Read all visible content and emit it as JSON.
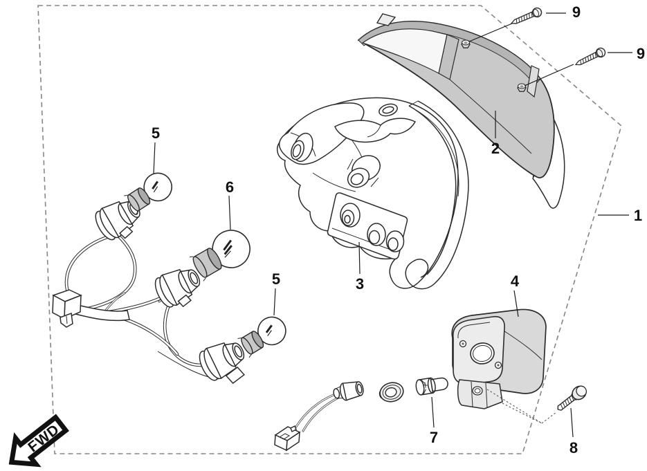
{
  "diagram": {
    "kind": "exploded-parts-diagram",
    "orientation_label": "FWD",
    "colors": {
      "background": "#ffffff",
      "line": "#2b2b2b",
      "boundary_dash": "#868686",
      "lens_gray": "#c9c9c9",
      "lens_rim_gray": "#b5b5b5",
      "lens_face_white": "#f7f7f7",
      "bulb_base_gray": "#c8c8c8",
      "bulb_base_front_gray": "#a9a9a9",
      "bracket_gray": "#d9d9d9",
      "bracket_face_gray": "#ececec",
      "label_text": "#111111"
    },
    "callouts": [
      {
        "part": "1"
      },
      {
        "part": "2"
      },
      {
        "part": "3"
      },
      {
        "part": "4"
      },
      {
        "part": "5"
      },
      {
        "part": "5"
      },
      {
        "part": "6"
      },
      {
        "part": "7"
      },
      {
        "part": "8"
      },
      {
        "part": "9"
      },
      {
        "part": "9"
      }
    ]
  }
}
